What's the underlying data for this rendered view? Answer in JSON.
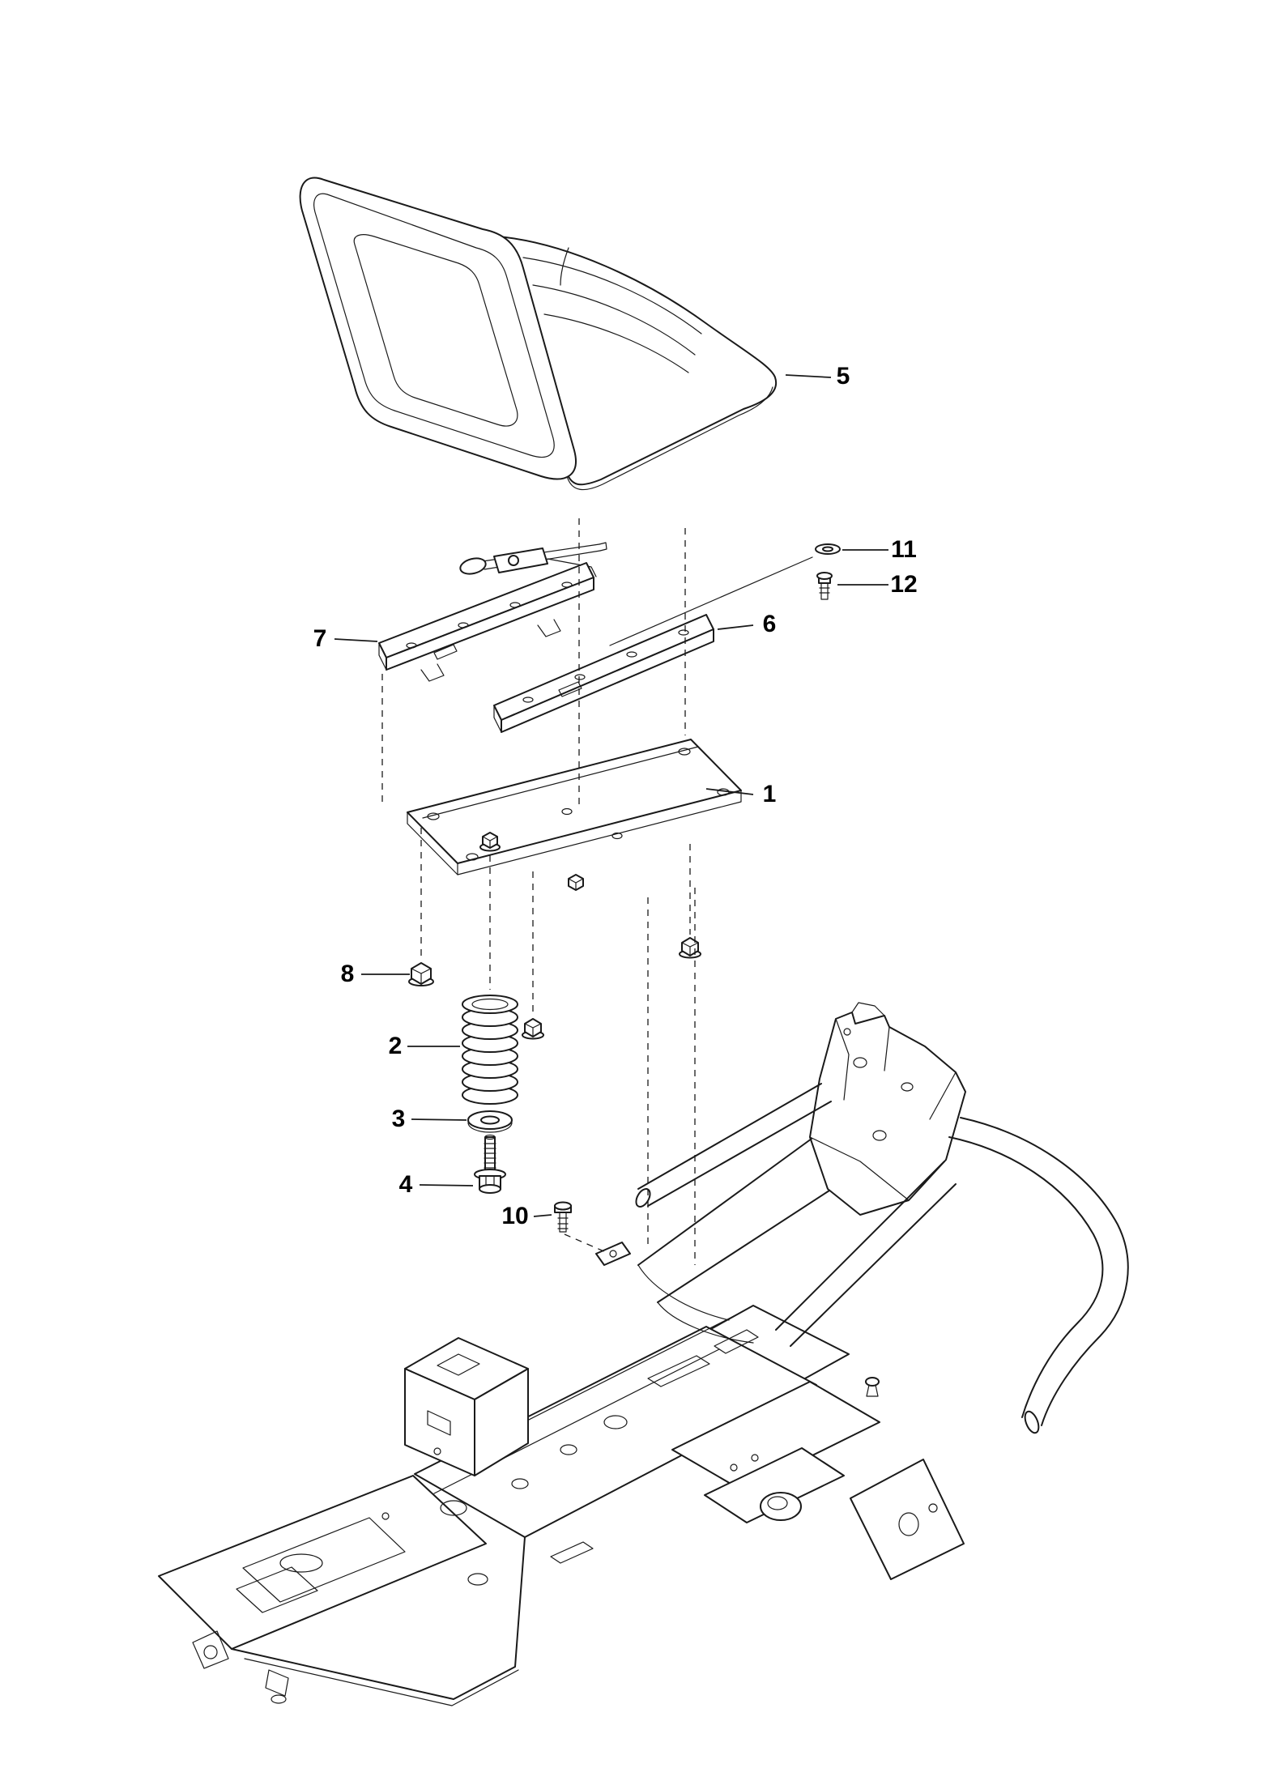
{
  "page": {
    "background": "#ffffff",
    "line_color": "#1a1a1a"
  },
  "callouts": {
    "c1": "1",
    "c2": "2",
    "c3": "3",
    "c4": "4",
    "c5": "5",
    "c6": "6",
    "c7": "7",
    "c8": "8",
    "c10": "10",
    "c11": "11",
    "c12": "12"
  }
}
